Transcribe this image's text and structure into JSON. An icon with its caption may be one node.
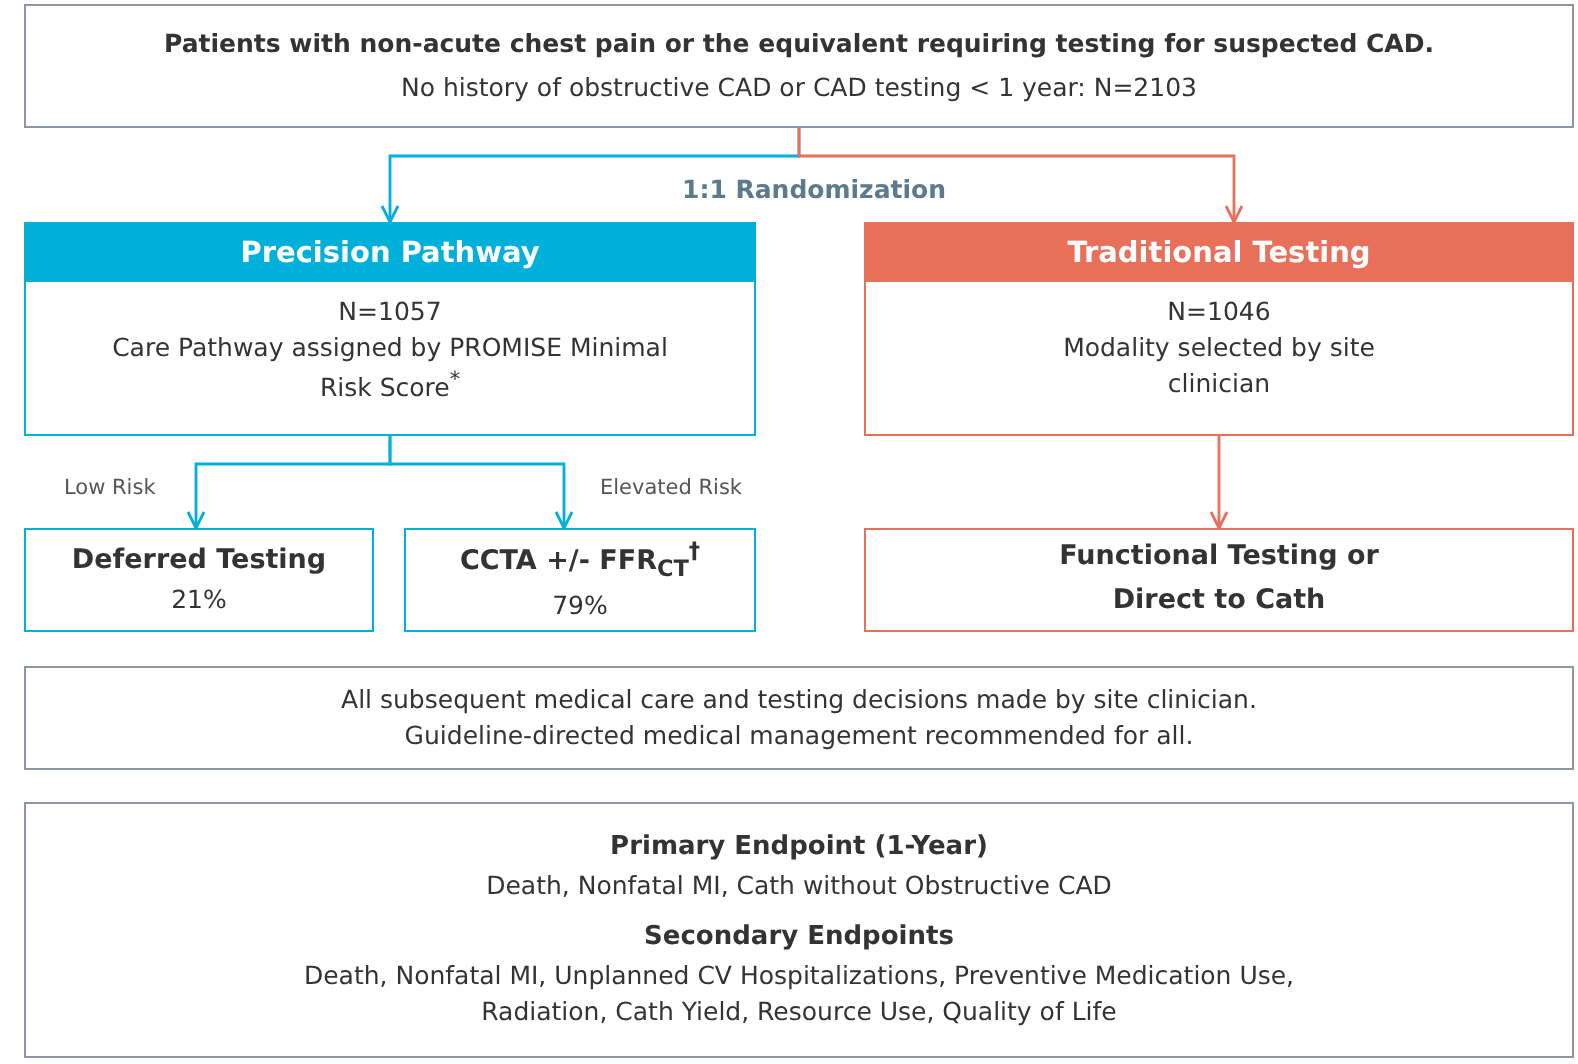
{
  "diagram": {
    "nodes": [
      {
        "text": [
          "Patients with non-acute chest pain or the equivalent requiring testing for suspected CAD.",
          "No history of obstructive CAD or CAD testing < 1 year: N=2103"
        ]
      },
      {
        "text": [
          "Precision Pathway",
          "N=1057",
          "Care Pathway assigned by PROMISE Minimal Risk Score$^{*}$"
        ]
      },
      {
        "text": [
          "Traditional Testing",
          "N=1046",
          "Modality selected by site clinician"
        ]
      },
      {
        "text": [
          "Deferred Testing",
          "21%"
        ]
      },
      {
        "text": [
          "CCTA +/- FFR$_{CT}$$^{†}$",
          "79%"
        ]
      },
      {
        "text": [
          "Functional Testing or Direct to Cath"
        ]
      },
      {
        "text": [
          "All subsequent medical care and testing decisions made by site clinician.",
          "Guideline-directed medical management recommended for all."
        ]
      },
      {
        "text": [
          "Primary Endpoint (1-Year)",
          "Death, Nonfatal MI, Cath without Obstructive CAD",
          "Secondary Endpoints",
          "Death, Nonfatal MI, Unplanned CV Hospitalizations, Preventive Medication Use, Radiation, Cath Yield, Resource Use, Quality of Life"
        ]
      }
    ],
    "edges": [
      {
        "from": 0,
        "to": 1,
        "arrow": "to"
      },
      {
        "from": 0,
        "to": 2,
        "arrow": "to",
        "color": "#e8705a"
      },
      {
        "from": 1,
        "to": 3,
        "arrow": "to",
        "label": "Low Risk"
      },
      {
        "from": 1,
        "to": 4,
        "arrow": "to",
        "label": "Elevated Risk"
      },
      {
        "from": 2,
        "to": 5,
        "arrow": "to",
        "color": "#e8705a"
      }
    ],
    "labels": [
      "1:1 Randomization"
    ]
  }
}
